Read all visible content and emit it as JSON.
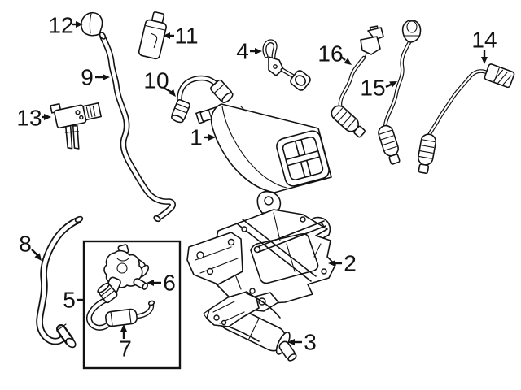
{
  "image": {
    "background": "#ffffff",
    "ink": "#121212"
  },
  "callouts": [
    "1",
    "2",
    "3",
    "4",
    "5",
    "6",
    "7",
    "8",
    "9",
    "10",
    "11",
    "12",
    "13",
    "14",
    "15",
    "16"
  ]
}
